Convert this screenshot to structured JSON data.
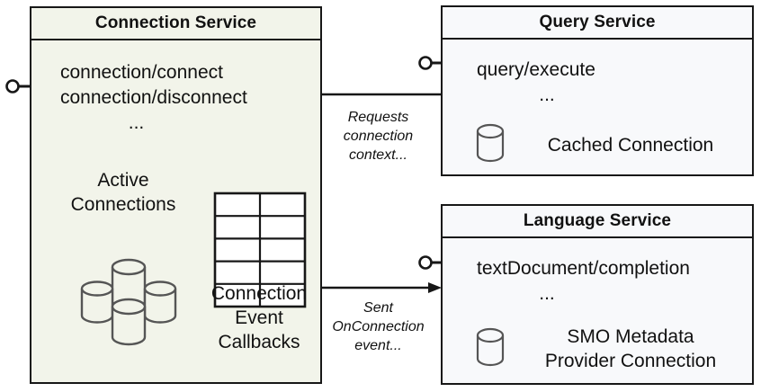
{
  "diagram": {
    "title": "Connection Service component interaction diagram",
    "background": "#ffffff",
    "components": [
      {
        "id": "connection-service",
        "title": "Connection Service",
        "fill": "#f2f4ea",
        "operations": [
          "connection/connect",
          "connection/disconnect"
        ],
        "ellipsis": "...",
        "resources": [
          {
            "label_lines": [
              "Active",
              "Connections"
            ],
            "icon": "database-stack-icon"
          },
          {
            "label_lines": [
              "Connection",
              "Event",
              "Callbacks"
            ],
            "icon": "table-grid-icon"
          }
        ],
        "provided_interface": "lollipop-connector"
      },
      {
        "id": "query-service",
        "title": "Query Service",
        "fill": "#f8f9fb",
        "operations": [
          "query/execute"
        ],
        "ellipsis": "...",
        "resources": [
          {
            "label": "Cached Connection",
            "icon": "database-cylinder-icon"
          }
        ],
        "provided_interface": "lollipop-connector"
      },
      {
        "id": "language-service",
        "title": "Language Service",
        "fill": "#f8f9fb",
        "operations": [
          "textDocument/completion"
        ],
        "ellipsis": "...",
        "resources": [
          {
            "label_lines": [
              "SMO Metadata",
              "Provider Connection"
            ],
            "icon": "database-cylinder-icon"
          }
        ],
        "provided_interface": "lollipop-connector"
      }
    ],
    "edges": [
      {
        "id": "requests-connection-context",
        "from": "query-service",
        "to": "connection-service",
        "direction": "left",
        "label_lines": [
          "Requests",
          "connection",
          "context..."
        ]
      },
      {
        "id": "sent-onconnection-event",
        "from": "connection-service",
        "to": "language-service",
        "direction": "right",
        "label_lines": [
          "Sent",
          "OnConnection",
          "event..."
        ]
      }
    ],
    "colors": {
      "stroke": "#171717",
      "icon_stroke": "#555555",
      "connection_fill": "#f2f4ea",
      "service_fill": "#f8f9fb",
      "text": "#111111"
    }
  }
}
